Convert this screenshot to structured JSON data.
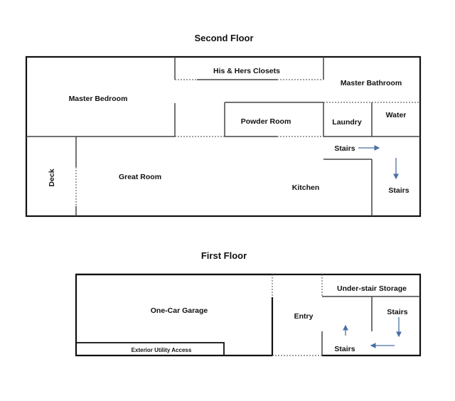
{
  "second_floor": {
    "title": "Second Floor",
    "rooms": {
      "master_bedroom": "Master Bedroom",
      "closets": "His & Hers Closets",
      "master_bathroom": "Master Bathroom",
      "powder_room": "Powder Room",
      "laundry": "Laundry",
      "water": "Water",
      "deck": "Deck",
      "great_room": "Great Room",
      "kitchen": "Kitchen",
      "stairs_top": "Stairs",
      "stairs_right": "Stairs"
    }
  },
  "first_floor": {
    "title": "First Floor",
    "rooms": {
      "garage": "One-Car Garage",
      "utility": "Exterior Utility Access",
      "entry": "Entry",
      "storage": "Under-stair Storage",
      "stairs_right": "Stairs",
      "stairs_bottom": "Stairs"
    }
  },
  "colors": {
    "wall": "#111111",
    "arrow": "#4a6fa5"
  }
}
